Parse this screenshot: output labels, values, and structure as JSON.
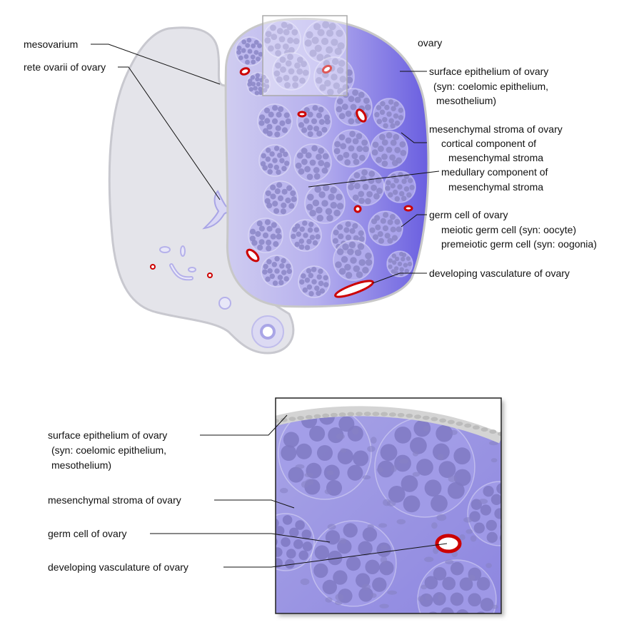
{
  "labels": {
    "ovary": "ovary",
    "mesovarium": "mesovarium",
    "rete": "rete ovarii of ovary",
    "surface": "surface epithelium of ovary",
    "surface_syn1": "(syn: coelomic epithelium,",
    "surface_syn2": "mesothelium)",
    "stroma": "mesenchymal stroma of ovary",
    "cortical1": "cortical component of",
    "cortical2": "mesenchymal stroma",
    "medullary1": "medullary component of",
    "medullary2": "mesenchymal stroma",
    "germ": "germ cell of ovary",
    "meiotic": "meiotic germ cell (syn: oocyte)",
    "premeiotic": "premeiotic germ cell (syn: oogonia)",
    "vasc": "developing vasculature of ovary"
  },
  "inset_labels": {
    "surface": "surface epithelium of ovary",
    "surface_syn1": "(syn: coelomic epithelium,",
    "surface_syn2": "mesothelium)",
    "stroma": "mesenchymal stroma of ovary",
    "germ": "germ cell of ovary",
    "vasc": "developing vasculature of ovary"
  },
  "colors": {
    "mesovarium_fill": "#e4e4ea",
    "mesovarium_stroke": "#c8c8cf",
    "ovary_light": "#c5c2ee",
    "ovary_dark": "#6a5fe0",
    "nest_fill": "#b8b4ea",
    "cell_fill": "#8f8cc4",
    "vessel_red": "#cc0000",
    "epithelium": "#d8d8d8",
    "leader_line": "#111111"
  }
}
